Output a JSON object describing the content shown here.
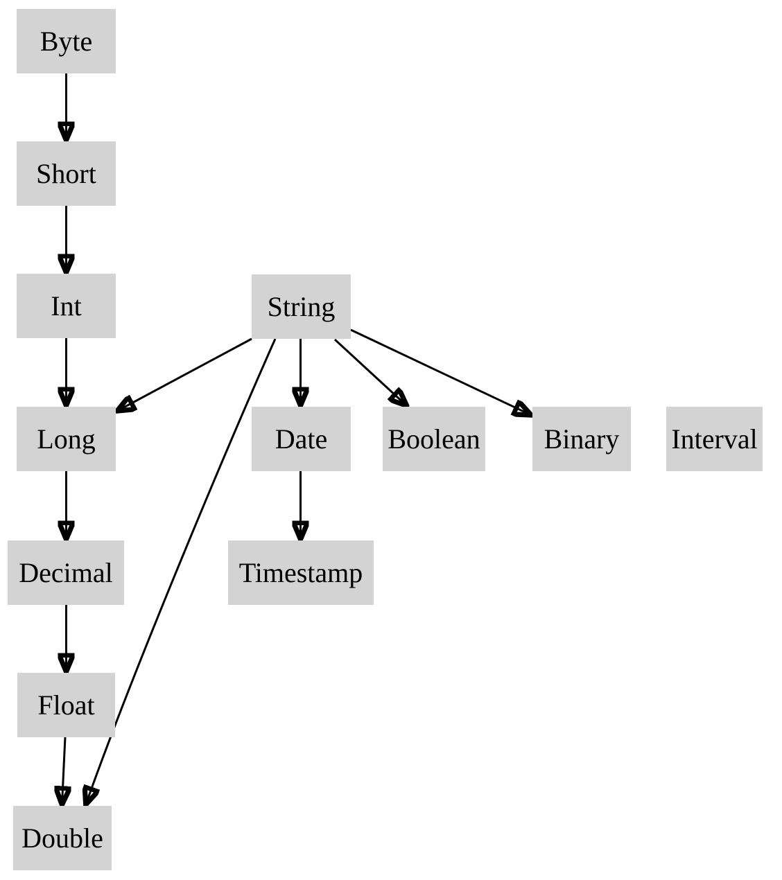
{
  "diagram": {
    "kind": "directed-graph",
    "colors": {
      "background": "#ffffff",
      "node_fill": "#d3d3d3",
      "edge": "#000000",
      "text": "#000000"
    },
    "nodes": {
      "byte": {
        "label": "Byte"
      },
      "short": {
        "label": "Short"
      },
      "int": {
        "label": "Int"
      },
      "long": {
        "label": "Long"
      },
      "decimal": {
        "label": "Decimal"
      },
      "float": {
        "label": "Float"
      },
      "double": {
        "label": "Double"
      },
      "string": {
        "label": "String"
      },
      "date": {
        "label": "Date"
      },
      "boolean": {
        "label": "Boolean"
      },
      "binary": {
        "label": "Binary"
      },
      "interval": {
        "label": "Interval"
      },
      "timestamp": {
        "label": "Timestamp"
      }
    },
    "edges": [
      {
        "from": "Byte",
        "to": "Short"
      },
      {
        "from": "Short",
        "to": "Int"
      },
      {
        "from": "Int",
        "to": "Long"
      },
      {
        "from": "Long",
        "to": "Decimal"
      },
      {
        "from": "Decimal",
        "to": "Float"
      },
      {
        "from": "Float",
        "to": "Double"
      },
      {
        "from": "String",
        "to": "Long"
      },
      {
        "from": "String",
        "to": "Date"
      },
      {
        "from": "String",
        "to": "Boolean"
      },
      {
        "from": "String",
        "to": "Binary"
      },
      {
        "from": "String",
        "to": "Double"
      },
      {
        "from": "Date",
        "to": "Timestamp"
      }
    ]
  }
}
